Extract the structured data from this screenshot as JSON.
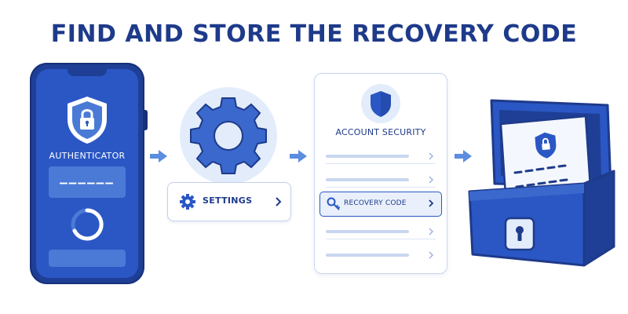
{
  "title": "FIND AND STORE THE RECOVERY CODE",
  "phone": {
    "label": "AUTHENTICATOR",
    "code": "——————",
    "icons": [
      "shield-lock-icon",
      "loading-ring-icon"
    ]
  },
  "settings": {
    "label": "SETTINGS",
    "icons": [
      "gear-icon",
      "chevron-right-icon"
    ]
  },
  "account_security": {
    "title": "ACCOUNT SECURITY",
    "recovery_label": "RECOVERY CODE",
    "icons": [
      "shield-icon",
      "key-icon",
      "chevron-right-icon"
    ]
  },
  "box": {
    "icons": [
      "shield-lock-icon",
      "keyhole-icon"
    ]
  },
  "colors": {
    "primary": "#1e3a8a",
    "accent": "#2a57c4",
    "light": "#e3ecfb",
    "arrow": "#5b8de0"
  }
}
